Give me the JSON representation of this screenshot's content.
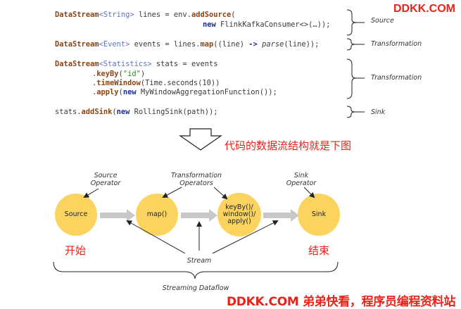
{
  "watermark": {
    "top": "DDKK.COM",
    "bottom": "DDKK.COM 弟弟快看，程序员编程资料站"
  },
  "code": {
    "line1a": {
      "kw": "DataStream",
      "gen": "<String>",
      "rest1": " lines = env.",
      "method": "addSource",
      "rest2": "("
    },
    "line1b": {
      "new": "new",
      "rest": " FlinkKafkaConsumer<>(…));"
    },
    "line2": {
      "kw": "DataStream",
      "gen": "<Event>",
      "rest1": " events = lines.",
      "method": "map",
      "rest2": "((line) ",
      "arrow": "->",
      "rest3": " ",
      "italic": "parse",
      "rest4": "(line));"
    },
    "line3": {
      "kw": "DataStream",
      "gen": "<Statistics>",
      "rest": " stats = events"
    },
    "line4": {
      "dot": ".",
      "method": "keyBy",
      "open": "(",
      "str": "\"id\"",
      "close": ")"
    },
    "line5": {
      "dot": ".",
      "method": "timeWindow",
      "rest": "(Time.seconds(10))"
    },
    "line6": {
      "dot": ".",
      "method": "apply",
      "open": "(",
      "new": "new",
      "rest": " MyWindowAggregationFunction());"
    },
    "line7": {
      "rest1": "stats.",
      "method": "addSink",
      "open": "(",
      "new": "new",
      "rest2": " RollingSink(path));"
    }
  },
  "bracket_labels": {
    "source": "Source",
    "transformation1": "Transformation",
    "transformation2": "Transformation",
    "sink": "Sink"
  },
  "caption": "代码的数据流结构就是下图",
  "diagram": {
    "labels": {
      "source_operator": [
        "Source",
        "Operator"
      ],
      "transformation_operators": [
        "Transformation",
        "Operators"
      ],
      "sink_operator": [
        "Sink",
        "Operator"
      ],
      "stream": "Stream",
      "streaming_dataflow": "Streaming Dataflow"
    },
    "nodes": {
      "source": "Source",
      "map": "map()",
      "keyby": [
        "keyBy()/",
        "window()/",
        "apply()"
      ],
      "sink": "Sink"
    },
    "start_label": "开始",
    "end_label": "结束",
    "colors": {
      "node": "#fbd460",
      "arrow": "#c8c8c8",
      "accent": "#e8231a"
    }
  }
}
